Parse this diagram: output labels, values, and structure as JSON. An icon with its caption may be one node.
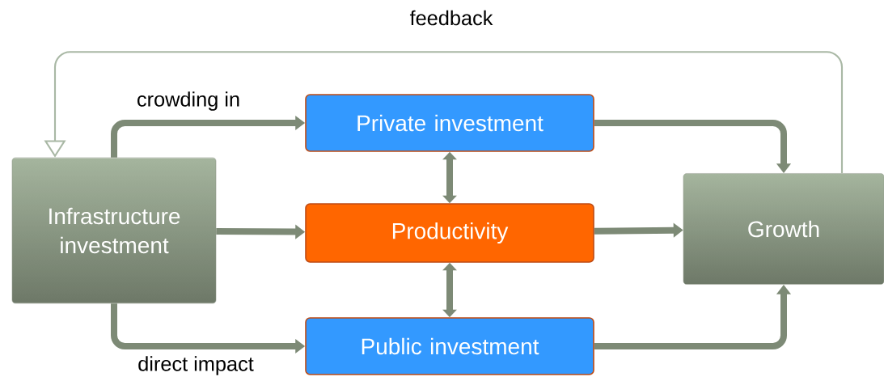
{
  "diagram": {
    "nodes": [
      {
        "text": [
          "Infrastructure investment"
        ]
      },
      {
        "text": [
          "Private investment"
        ]
      },
      {
        "text": [
          "Productivity"
        ]
      },
      {
        "text": [
          "Public investment"
        ]
      },
      {
        "text": [
          "Growth"
        ]
      }
    ],
    "edges": [
      {
        "from": 0,
        "to": 1,
        "arrow": "to",
        "label": "crowding in"
      },
      {
        "from": 0,
        "to": 2,
        "arrow": "to"
      },
      {
        "from": 0,
        "to": 3,
        "arrow": "to",
        "label": "direct impact"
      },
      {
        "from": 1,
        "to": 2,
        "arrow": "both"
      },
      {
        "from": 2,
        "to": 3,
        "arrow": "both"
      },
      {
        "from": 1,
        "to": 4,
        "arrow": "to"
      },
      {
        "from": 2,
        "to": 4,
        "arrow": "to"
      },
      {
        "from": 3,
        "to": 4,
        "arrow": "to"
      },
      {
        "from": 4,
        "to": 0,
        "arrow": "to",
        "label": "feedback",
        "color": "#a9b8a5"
      }
    ]
  }
}
